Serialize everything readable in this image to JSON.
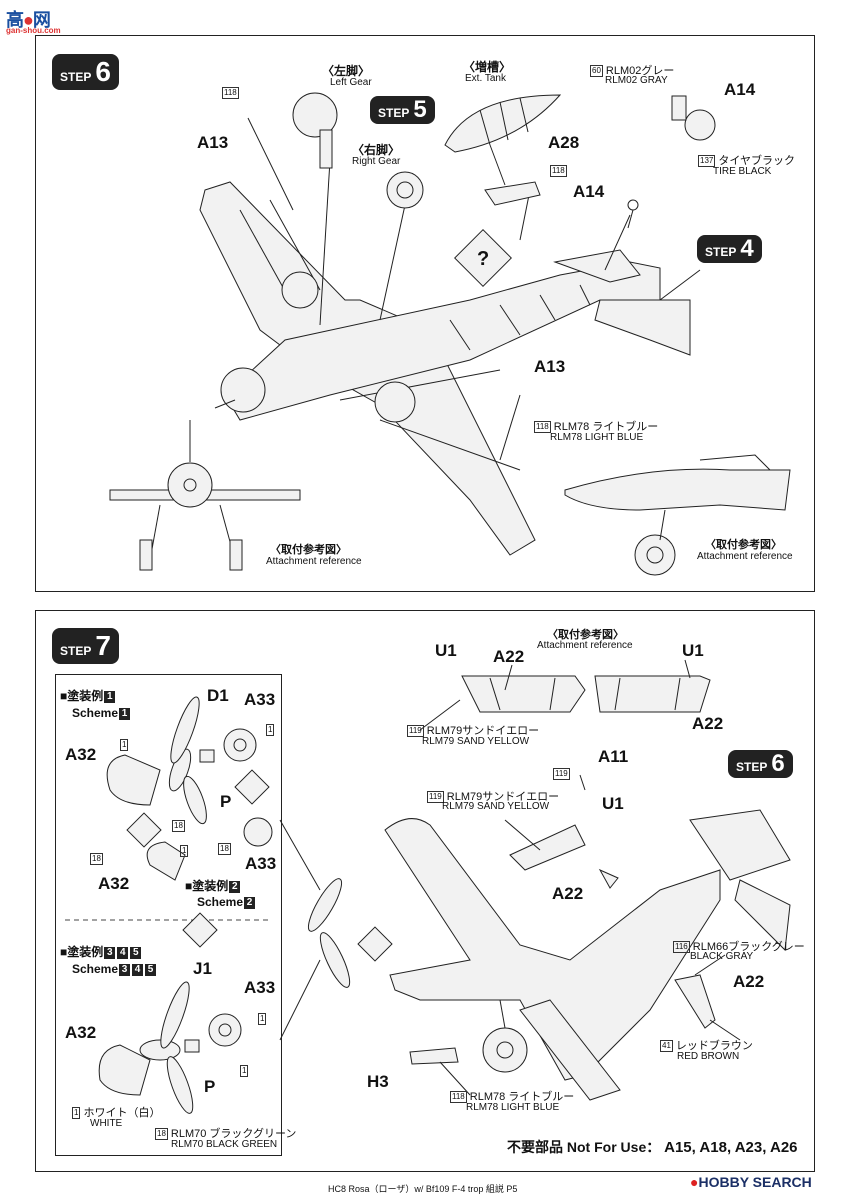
{
  "watermark": {
    "site": "ganshou",
    "url": "gan-shou.com"
  },
  "step6": {
    "label": "STEP",
    "number": "6",
    "left_gear_jp": "〈左脚〉",
    "left_gear_en": "Left Gear",
    "right_gear_jp": "〈右脚〉",
    "right_gear_en": "Right Gear",
    "tank_jp": "〈増槽〉",
    "tank_en": "Ext. Tank",
    "ref_step5_label": "STEP",
    "ref_step5_num": "5",
    "ref_step4_label": "STEP",
    "ref_step4_num": "4",
    "parts": {
      "a13_top": "A13",
      "a28": "A28",
      "a14_top": "A14",
      "a14_mid": "A14",
      "a13_mid": "A13"
    },
    "color118_top": "118",
    "color118_a28": "118",
    "color60": {
      "num": "60",
      "jp": "RLM02グレー",
      "en": "RLM02 GRAY"
    },
    "color137": {
      "num": "137",
      "jp": "タイヤブラック",
      "en": "TIRE BLACK"
    },
    "color118": {
      "num": "118",
      "jp": "RLM78 ライトブルー",
      "en": "RLM78 LIGHT BLUE"
    },
    "ref_left_jp": "〈取付参考図〉",
    "ref_left_en": "Attachment reference",
    "ref_right_jp": "〈取付参考図〉",
    "ref_right_en": "Attachment reference"
  },
  "step7": {
    "label": "STEP",
    "number": "7",
    "ref_jp": "〈取付参考図〉",
    "ref_en": "Attachment reference",
    "u1_left": "U1",
    "u1_right": "U1",
    "a22_left": "A22",
    "a22_right": "A22",
    "color119_top": {
      "num": "119",
      "jp": "RLM79サンドイエロー",
      "en": "RLM79 SAND YELLOW"
    },
    "color119_mid": {
      "num": "119",
      "jp": "RLM79サンドイエロー",
      "en": "RLM79 SAND YELLOW"
    },
    "a11": "A11",
    "c119_a11": "119",
    "u1_mid": "U1",
    "a22_mid": "A22",
    "ref_step6_label": "STEP",
    "ref_step6_num": "6",
    "color116": {
      "num": "116",
      "jp": "RLM66ブラックグレー",
      "en": "BLACK GRAY"
    },
    "a22_low": "A22",
    "color41": {
      "num": "41",
      "jp": "レッドブラウン",
      "en": "RED BROWN"
    },
    "h3": "H3",
    "color118": {
      "num": "118",
      "jp": "RLM78 ライトブルー",
      "en": "RLM78 LIGHT BLUE"
    },
    "scheme1_jp": "■塗装例",
    "scheme1_en": "Scheme",
    "scheme1_n": "1",
    "d1": "D1",
    "a33_a": "A33",
    "a32_a": "A32",
    "p_a": "P",
    "a33_b": "A33",
    "a32_b": "A32",
    "c1_a": "1",
    "c1_b": "1",
    "c18_a": "18",
    "c18_b": "18",
    "c18_c": "18",
    "c1_c": "1",
    "scheme2_jp": "■塗装例",
    "scheme2_en": "Scheme",
    "scheme2_n": "2",
    "scheme3_jp": "■塗装例",
    "scheme3_en": "Scheme",
    "scheme3_n": [
      "3",
      "4",
      "5"
    ],
    "j1": "J1",
    "a33_c": "A33",
    "a32_c": "A32",
    "p_c": "P",
    "c1_d": "1",
    "c1_e": "1",
    "white": {
      "num": "1",
      "jp": "ホワイト（白）",
      "en": "WHITE"
    },
    "blackgreen": {
      "num": "18",
      "jp": "RLM70 ブラックグリーン",
      "en": "RLM70 BLACK GREEN"
    },
    "not_for_use_jp": "不要部品",
    "not_for_use_en": "Not For Use：",
    "not_for_use_parts": "A15, A18, A23, A26"
  },
  "footer": {
    "text": "HC8 Rosa（ローザ）w/ Bf109 F-4 trop 組説 P5",
    "hobby": "HOBBY SEARCH"
  }
}
